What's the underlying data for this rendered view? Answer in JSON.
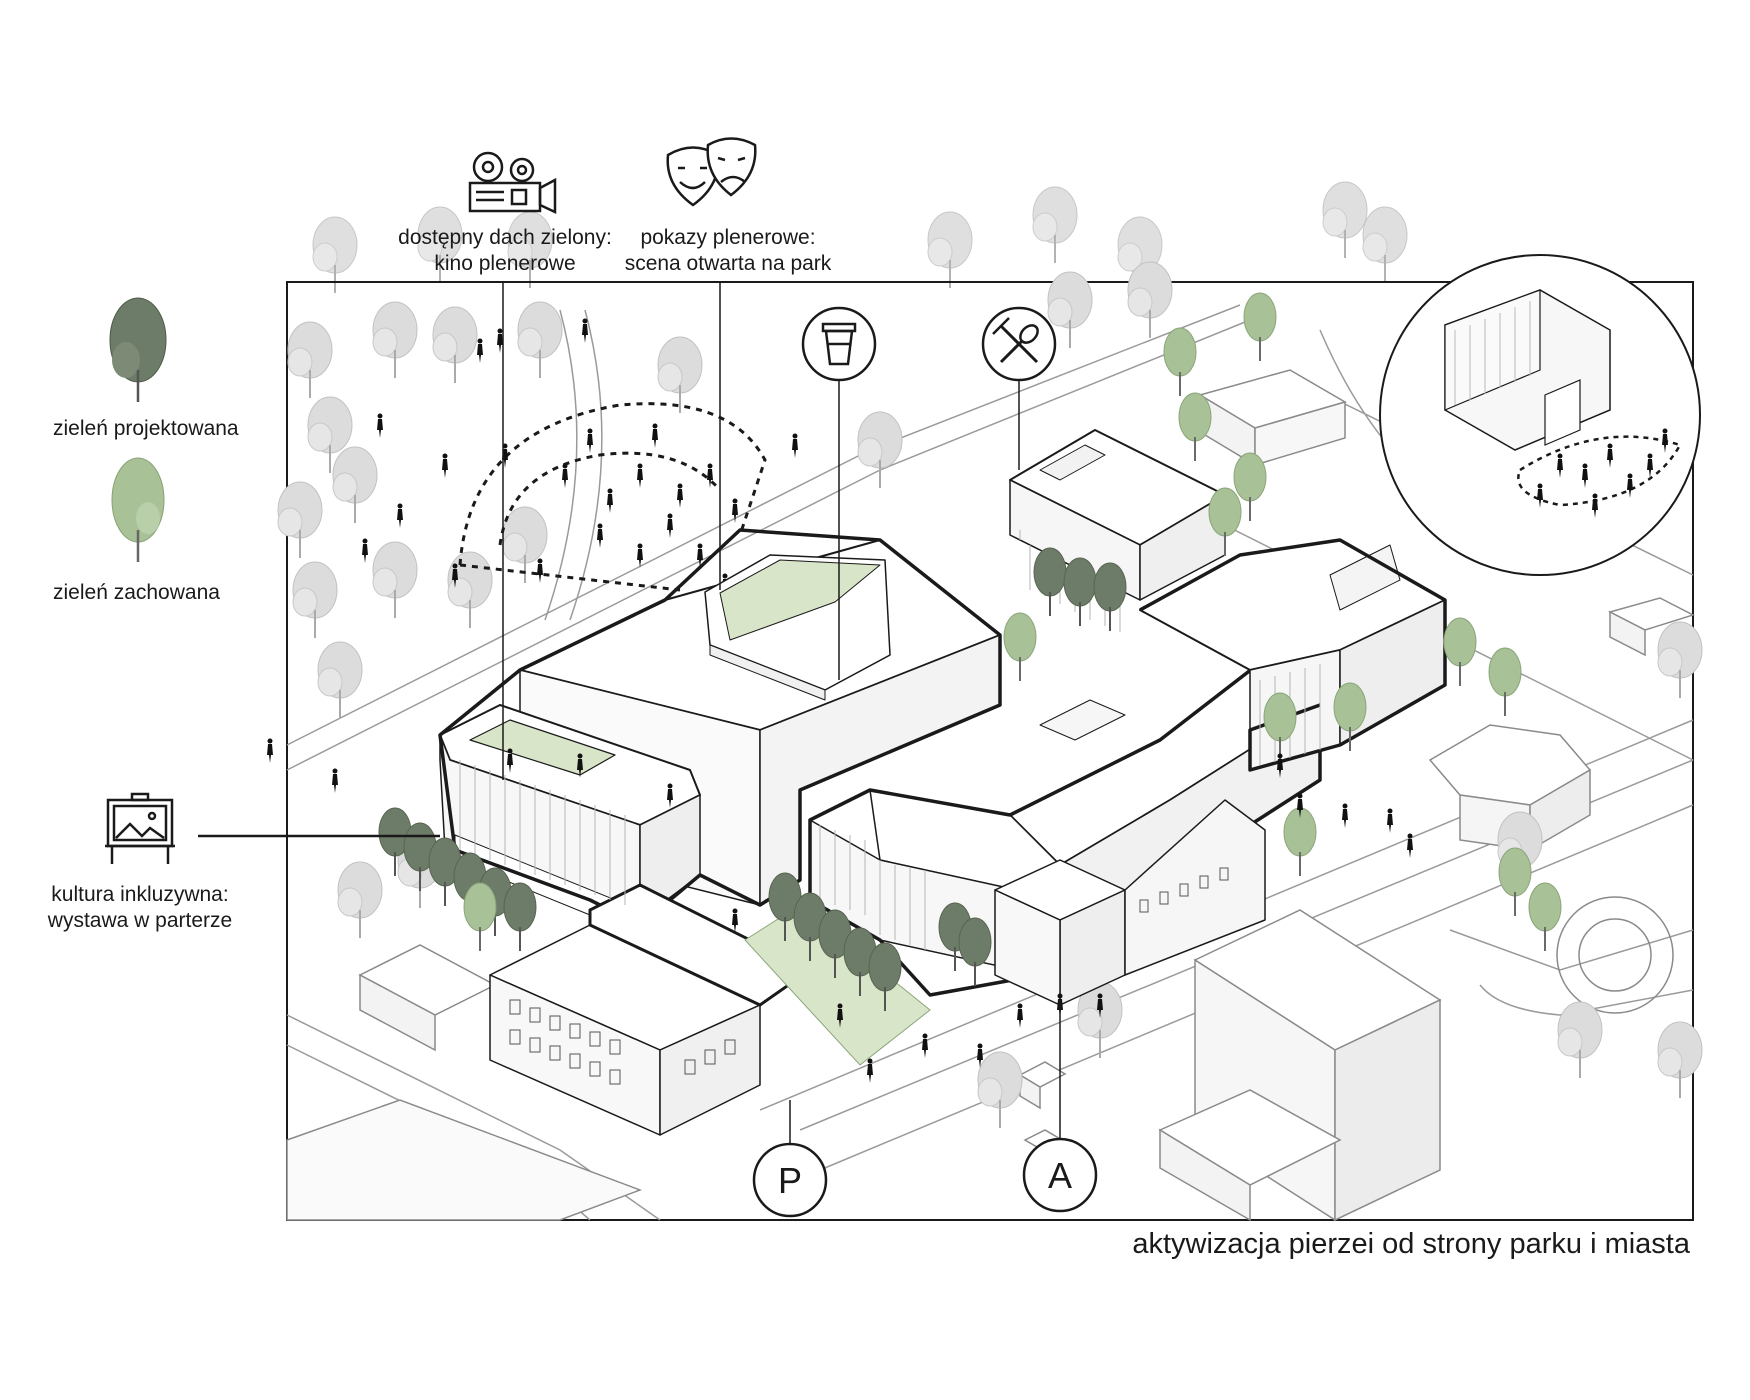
{
  "diagram": {
    "caption": "aktywizacja pierzei od strony parku i miasta",
    "legend": {
      "items": [
        {
          "label": "zieleń projektowana",
          "color": "#6d7c68"
        },
        {
          "label": "zieleń zachowana",
          "color": "#a8c196"
        }
      ]
    },
    "annotations": {
      "cinema": {
        "line1": "dostępny dach zielony:",
        "line2": "kino plenerowe",
        "icon": "film-projector-icon"
      },
      "theatre": {
        "line1": "pokazy plenerowe:",
        "line2": "scena otwarta na park",
        "icon": "theatre-masks-icon"
      },
      "exhibition": {
        "line1": "kultura inkluzywna:",
        "line2": "wystawa w parterze",
        "icon": "easel-painting-icon"
      },
      "cafe": {
        "icon": "coffee-cup-icon"
      },
      "restaurant": {
        "icon": "fork-spoon-icon"
      },
      "parking": {
        "letter": "P"
      },
      "entrance": {
        "letter": "A"
      }
    },
    "colors": {
      "green_roof": "#d9e5c9",
      "preserved_green": "#a8c196",
      "designed_green": "#6d7c68",
      "line": "#1a1a1a",
      "context_line": "#9a9a9a"
    }
  }
}
